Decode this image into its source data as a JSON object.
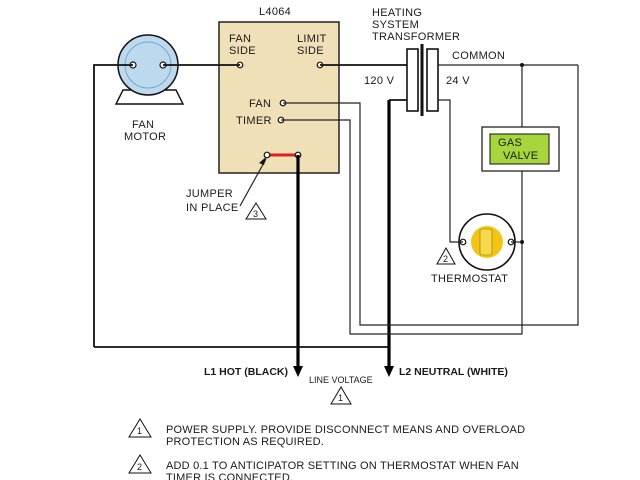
{
  "control": {
    "model": "L4064",
    "fan_side": [
      "FAN",
      "SIDE"
    ],
    "limit_side": [
      "LIMIT",
      "SIDE"
    ],
    "fan": "FAN",
    "timer": "TIMER",
    "fill_color": "#efe0b8"
  },
  "fan_motor": {
    "label": [
      "FAN",
      "MOTOR"
    ]
  },
  "transformer": {
    "label": [
      "HEATING",
      "SYSTEM",
      "TRANSFORMER"
    ],
    "primary": "120 V",
    "secondary": "24 V",
    "common": "COMMON"
  },
  "gas_valve": {
    "label": [
      "GAS",
      "VALVE"
    ],
    "color": "#a7d63c"
  },
  "thermostat": {
    "label": "THERMOSTAT",
    "color": "#f2c515"
  },
  "jumper": {
    "label": [
      "JUMPER",
      "IN PLACE"
    ],
    "color": "#e0201c"
  },
  "supply": {
    "l1": "L1 HOT (BLACK)",
    "l2": "L2 NEUTRAL (WHITE)",
    "line_voltage": "LINE VOLTAGE"
  },
  "markers": [
    "1",
    "2",
    "3"
  ],
  "notes": [
    {
      "num": "1",
      "lines": [
        "POWER SUPPLY.  PROVIDE DISCONNECT MEANS AND OVERLOAD",
        "PROTECTION AS REQUIRED."
      ]
    },
    {
      "num": "2",
      "lines": [
        "ADD 0.1 TO ANTICIPATOR SETTING ON THERMOSTAT WHEN FAN",
        "TIMER IS CONNECTED."
      ]
    }
  ]
}
